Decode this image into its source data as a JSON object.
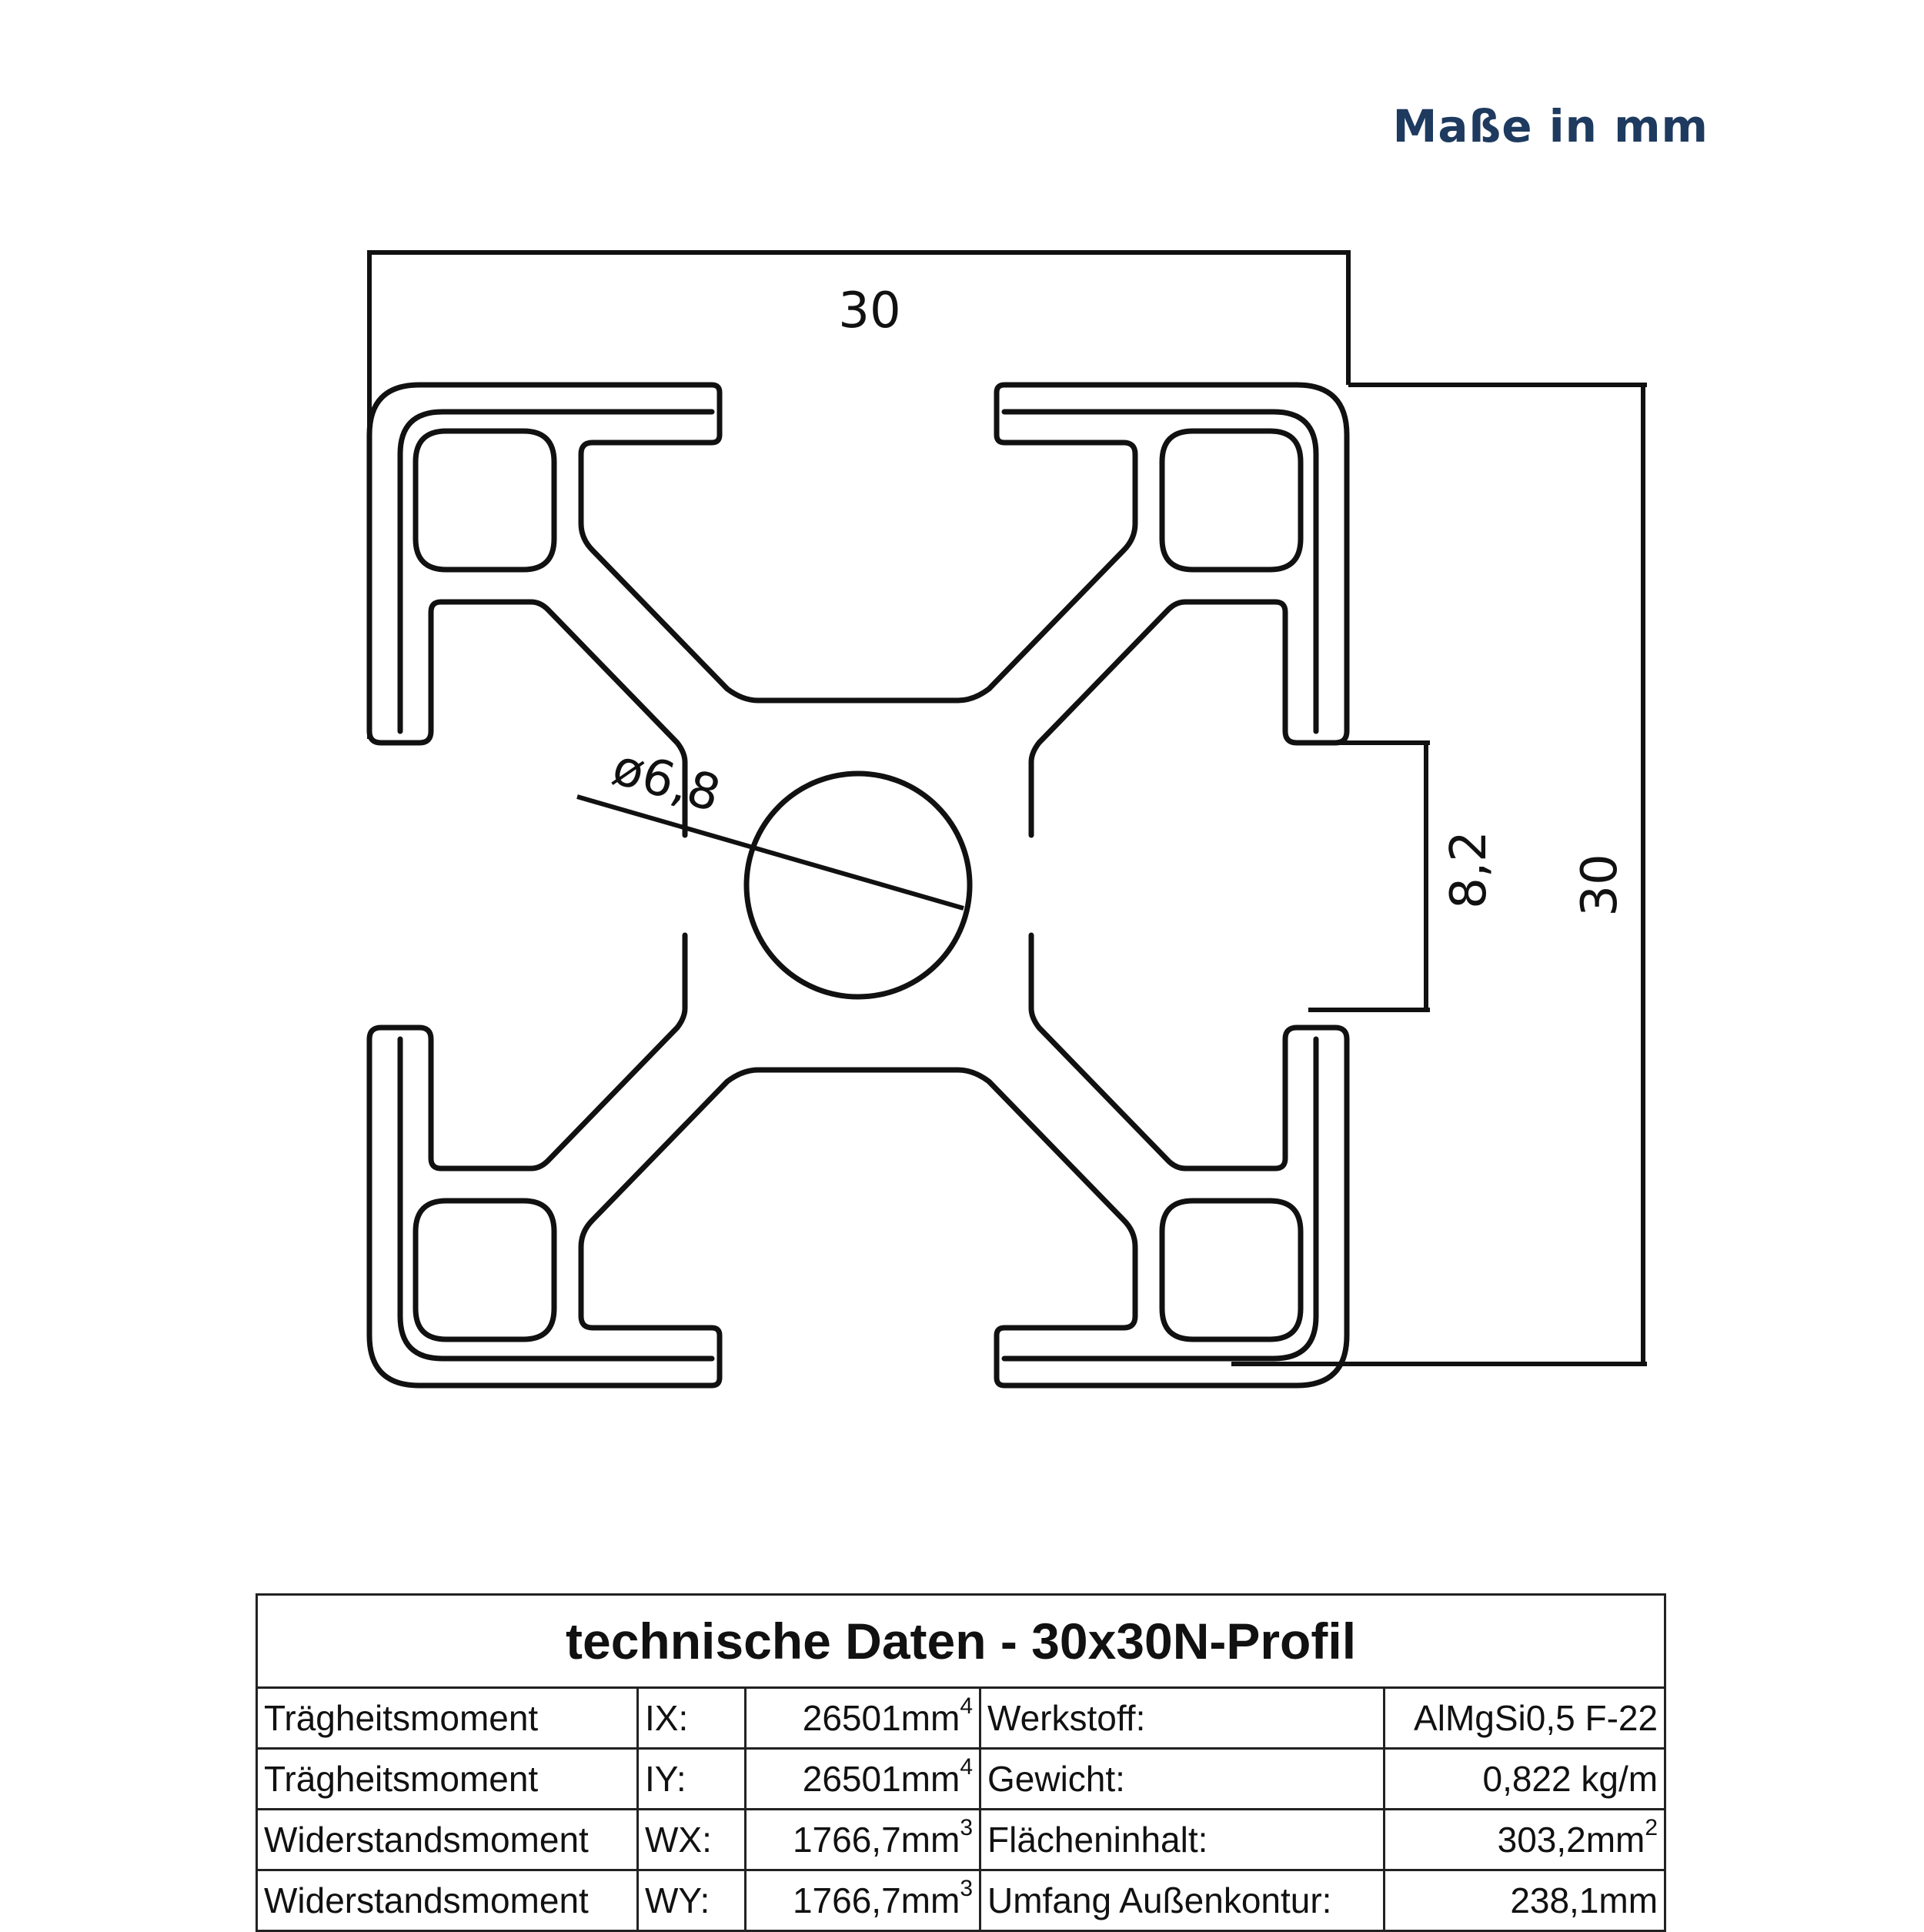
{
  "units_label": "Maße in mm",
  "dimensions": {
    "width": "30",
    "height": "30",
    "slot": "8,2",
    "bore": "ø6,8"
  },
  "table": {
    "title": "technische Daten - 30x30N-Profil",
    "rows": [
      {
        "name": "Trägheitsmoment",
        "symbol": "IX:",
        "value": "26501mm",
        "value_sup": "4",
        "prop": "Werkstoff:",
        "prop_value": "AlMgSi0,5 F-22",
        "prop_sup": ""
      },
      {
        "name": "Trägheitsmoment",
        "symbol": "IY:",
        "value": "26501mm",
        "value_sup": "4",
        "prop": "Gewicht:",
        "prop_value": "0,822 kg/m",
        "prop_sup": ""
      },
      {
        "name": "Widerstandsmoment",
        "symbol": "WX:",
        "value": "1766,7mm",
        "value_sup": "3",
        "prop": "Flächeninhalt:",
        "prop_value": "303,2mm",
        "prop_sup": "2"
      },
      {
        "name": "Widerstandsmoment",
        "symbol": "WY:",
        "value": "1766,7mm",
        "value_sup": "3",
        "prop": "Umfang Außenkontur:",
        "prop_value": "238,1mm",
        "prop_sup": ""
      }
    ]
  }
}
